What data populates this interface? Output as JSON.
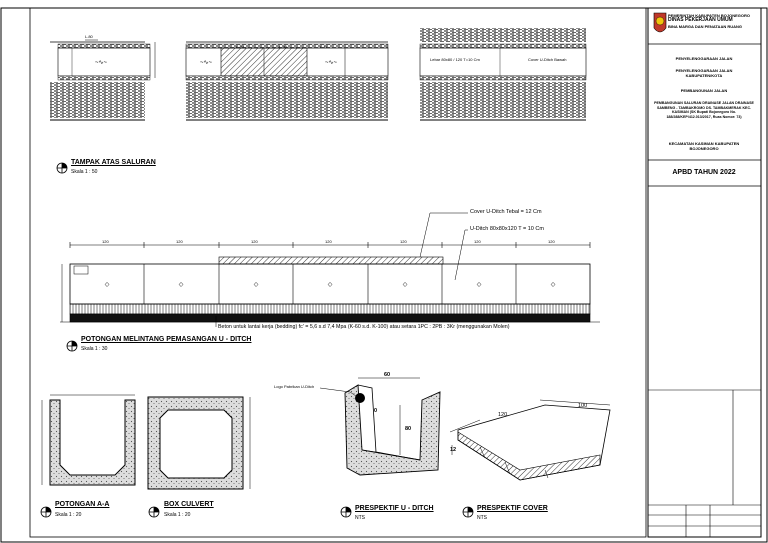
{
  "title_block": {
    "org_line1": "PEMERINTAH KABUPATEN BOJONEGORO",
    "org_line2": "DINAS PEKERJAAN UMUM",
    "org_line3": "BINA MARGA DAN PENATAAN RUANG",
    "item1": "PENYELENGGARAAN JALAN",
    "item2": "PENYELENGGARAAN JALAN KABUPATEN/KOTA",
    "item3": "PEMBANGUNAN JALAN",
    "item4": "PEMBANGUNAN SALURAN DRAINASE JALAN DRAINASE SAMBENG - TAMBAKROMO DS. TAMBAKMERAK KEC. KASIMAN (SK Bupati Bojonegoro No. 188/288/KEP/412.013/2017, Ruas Nomor: 73)",
    "item5": "KECAMATAN KASIMAN KABUPATEN BOJONEGORO",
    "year": "APBD TAHUN 2022"
  },
  "views": {
    "plan_title": "TAMPAK ATAS SALURAN",
    "plan_scale": "Skala 1 : 50",
    "section_title": "POTONGAN MELINTANG PEMASANGAN  U - DITCH",
    "section_scale": "Skala 1 : 30",
    "section_a_title": "POTONGAN A-A",
    "section_a_scale": "Skala 1 : 20",
    "box_title": "BOX CULVERT",
    "box_scale": "Skala 1 : 20",
    "persp_u_title": "PRESPEKTIF U - DITCH",
    "persp_u_scale": "NTS",
    "persp_cover_title": "PRESPEKTIF COVER",
    "persp_cover_scale": "NTS"
  },
  "annotations": {
    "cover_note": "Cover U-Ditch Tebal = 12 Cm",
    "uditch_note": "U-Ditch 80x80x120 T = 10 Cm",
    "concrete_note": "Beton untuk lantai kerja (bedding) fc' = 5,6 s.d 7,4 Mpa (K-60 s.d. K-100) atau setara 1PC : 2PB : 3Kr (menggunakan Molen)",
    "uditch_label": "Logo Pabrikan U-Ditch",
    "dim_60": "60",
    "dim_80": "80",
    "dim_0": "0",
    "dim_120": "120",
    "dim_100": "100",
    "dim_12": "12",
    "plan_labels": [
      "L.80",
      "L.20",
      "L.20",
      "L.17"
    ],
    "plan_note1": "Lebar 80x80 / 120 T=10 Cm",
    "plan_note2": "Cover U-Ditch Bawah",
    "section_dims": [
      "120",
      "120",
      "120",
      "120",
      "120",
      "120",
      "120"
    ]
  }
}
